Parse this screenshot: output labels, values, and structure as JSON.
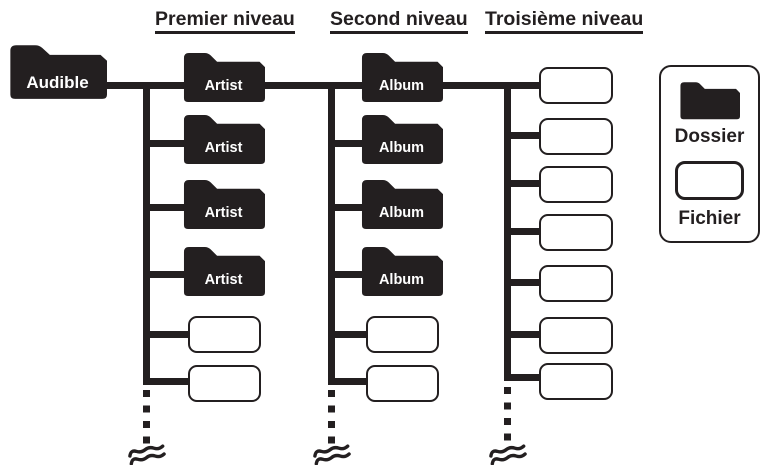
{
  "diagram": {
    "headers": [
      {
        "id": "level-1",
        "label": "Premier niveau"
      },
      {
        "id": "level-2",
        "label": "Second niveau"
      },
      {
        "id": "level-3",
        "label": "Troisième niveau"
      }
    ],
    "root_folder": {
      "label": "Audible",
      "type": "folder"
    },
    "level1": {
      "folders": [
        "Artist",
        "Artist",
        "Artist",
        "Artist"
      ],
      "file_count": 2
    },
    "level2": {
      "folders": [
        "Album",
        "Album",
        "Album",
        "Album"
      ],
      "file_count": 2
    },
    "level3": {
      "file_count": 7
    },
    "continuation_marker": "wavy-break"
  },
  "legend": {
    "folder_label": "Dossier",
    "file_label": "Fichier"
  },
  "colors": {
    "ink": "#231f20",
    "background": "#ffffff",
    "folder_text": "#ffffff"
  }
}
